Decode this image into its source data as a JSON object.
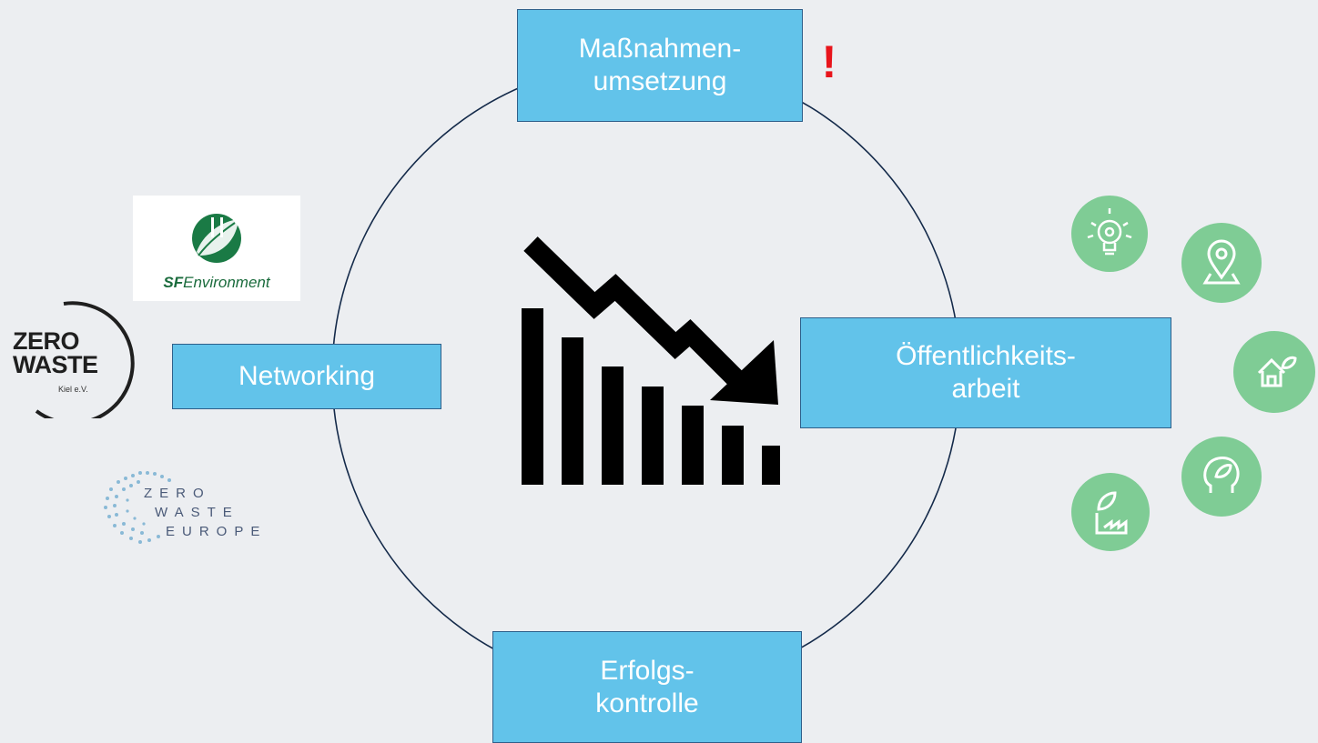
{
  "boxes": {
    "top": [
      "Maßnahmen-",
      "umsetzung"
    ],
    "right": [
      "Öffentlichkeits-",
      "arbeit"
    ],
    "bottom": [
      "Erfolgs-",
      "kontrolle"
    ],
    "left": [
      "Networking"
    ]
  },
  "alert": "!",
  "logos": {
    "sf_environment": {
      "bold": "SF",
      "rest": "Environment"
    },
    "zero_waste_kiel": {
      "line1": "ZERO",
      "line2": "WASTE",
      "sub": "Kiel e.V."
    },
    "zero_waste_europe": {
      "line1": "ZERO",
      "line2": "WASTE",
      "line3": "EUROPE"
    }
  },
  "icons": [
    "lightbulb-gear-icon",
    "location-pin-icon",
    "house-leaf-icon",
    "head-leaf-icon",
    "factory-leaf-icon"
  ],
  "colors": {
    "background": "#eceef1",
    "box_fill": "#62c3ea",
    "icon_green": "#7fcc95",
    "alert_red": "#e8141b",
    "circle_stroke": "#142a4a"
  }
}
